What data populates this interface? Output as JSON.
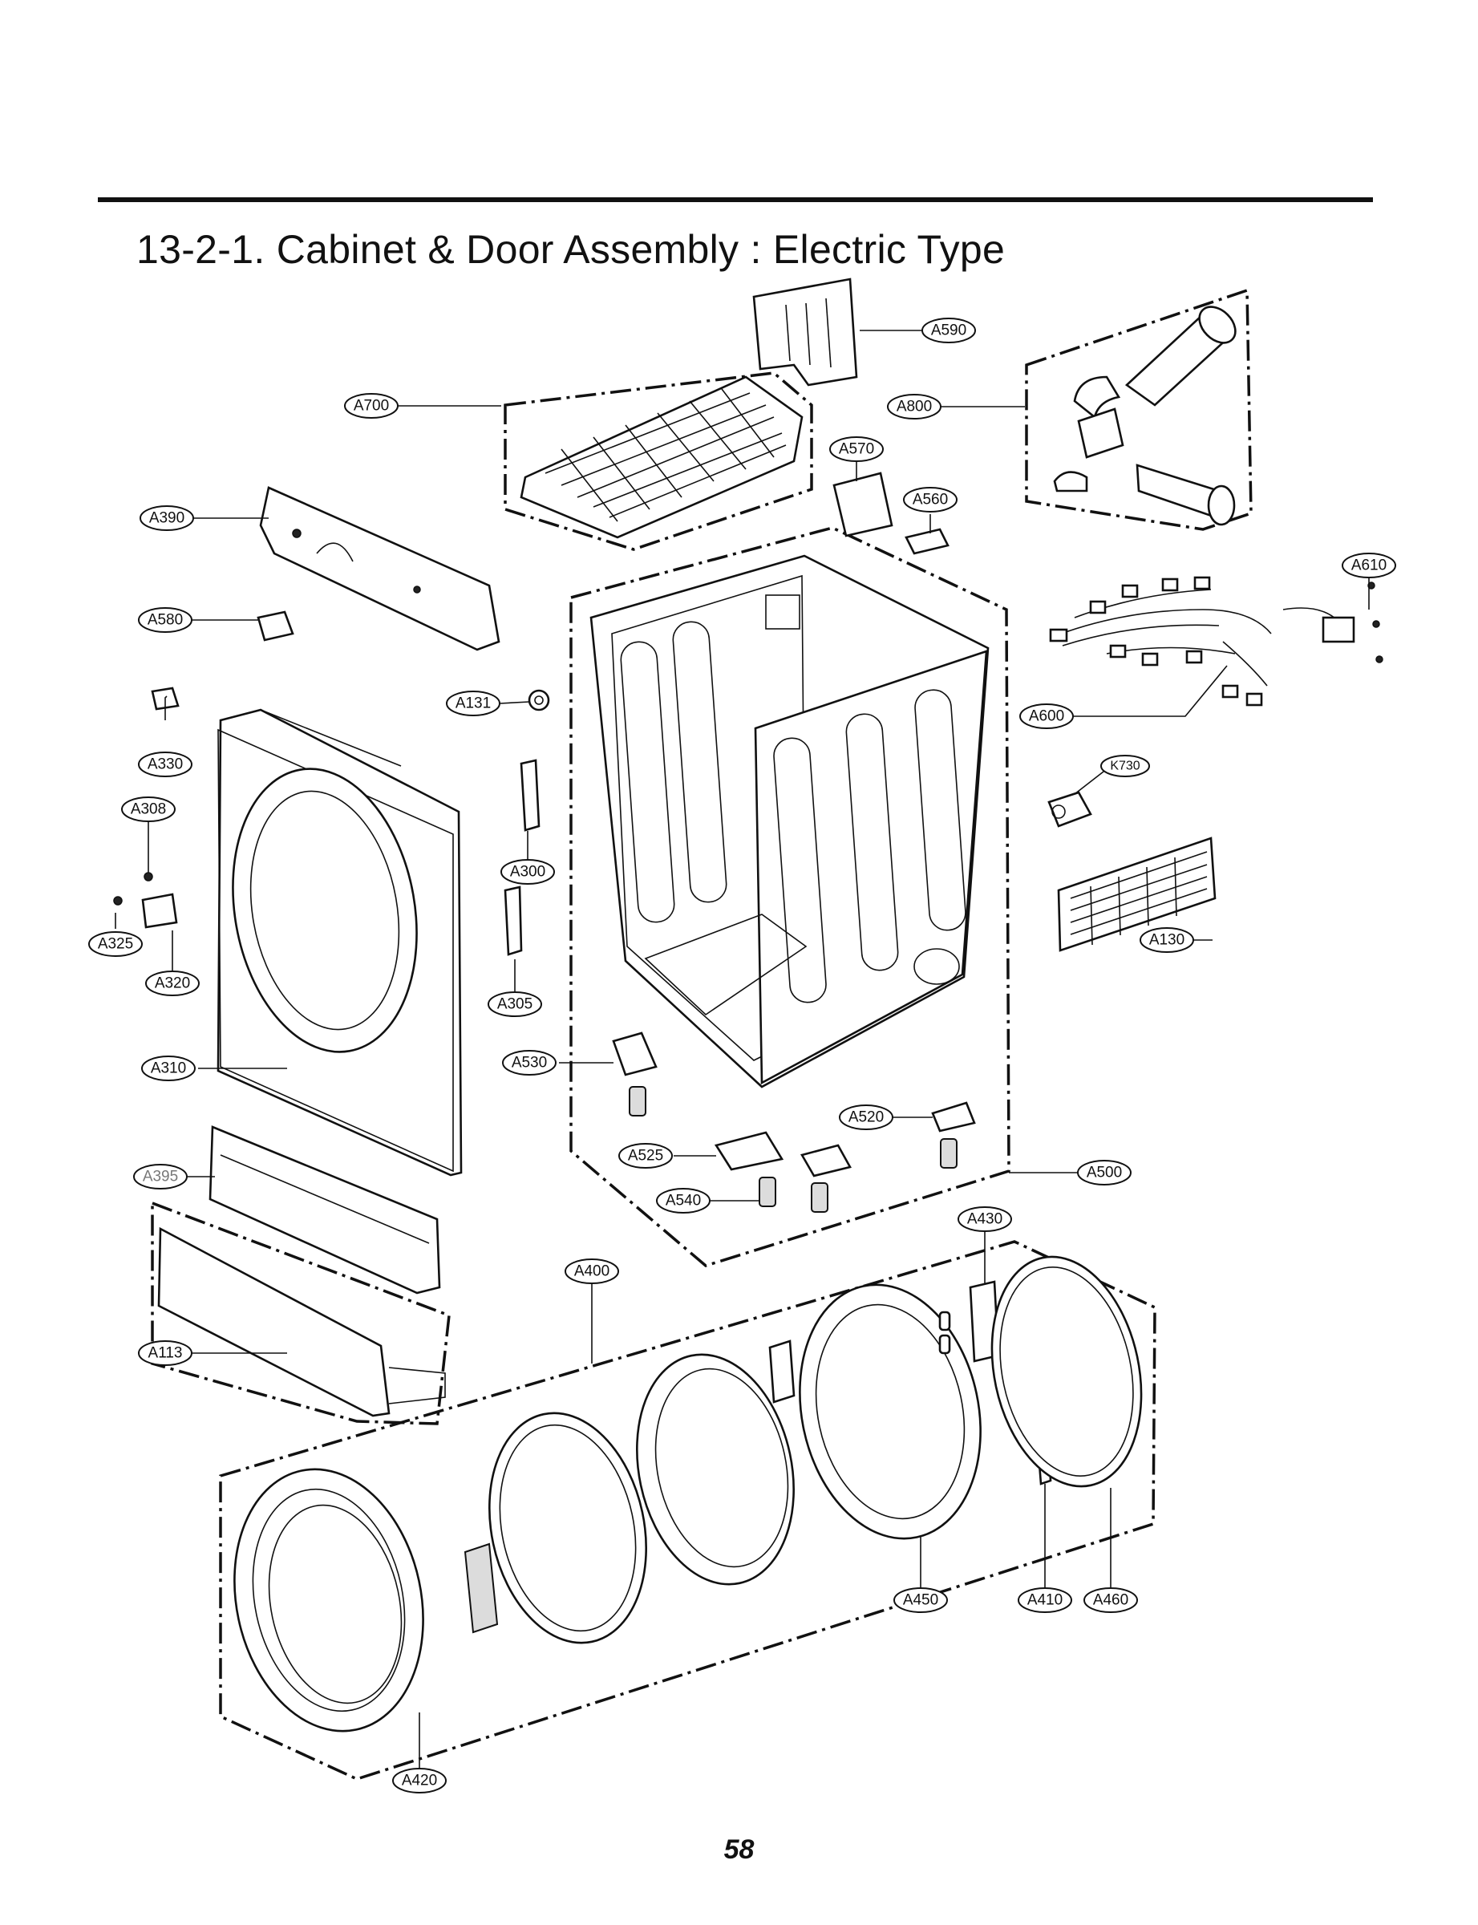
{
  "title": "13-2-1. Cabinet & Door Assembly : Electric Type",
  "page_number": "58",
  "labels": [
    "A590",
    "A700",
    "A800",
    "A570",
    "A560",
    "A390",
    "A610",
    "A580",
    "A131",
    "A600",
    "A330",
    "K730",
    "A308",
    "A300",
    "A130",
    "A325",
    "A320",
    "A305",
    "A310",
    "A530",
    "A520",
    "A395",
    "A525",
    "A500",
    "A540",
    "A430",
    "A400",
    "A113",
    "A450",
    "A410",
    "A460",
    "A420"
  ],
  "icons": [
    "top-cover-part-icon",
    "duct-part-icon",
    "side-panel-part-icon",
    "wire-harness-part-icon",
    "front-cabinet-part-icon",
    "cabinet-frame-part-icon",
    "door-ring-part-icon",
    "leveling-foot-part-icon"
  ]
}
